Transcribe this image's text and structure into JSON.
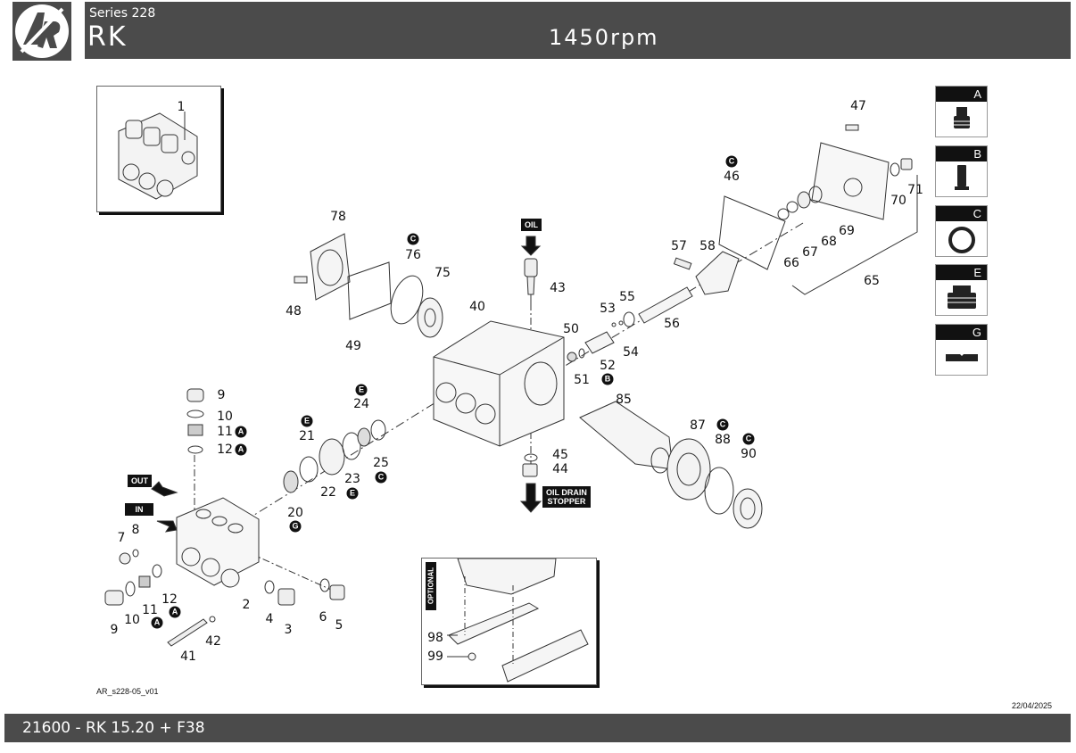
{
  "header": {
    "logo_text": "AR",
    "series": "Series 228",
    "model": "RK",
    "rpm": "1450rpm"
  },
  "footer": {
    "title": "21600  -  RK 15.20 + F38",
    "drawing_code": "AR_s228-05_v01",
    "date": "22/04/2025"
  },
  "legend": [
    {
      "key": "A",
      "icon": "valve-icon"
    },
    {
      "key": "B",
      "icon": "piston-icon"
    },
    {
      "key": "C",
      "icon": "o-ring-icon"
    },
    {
      "key": "E",
      "icon": "seal-icon"
    },
    {
      "key": "G",
      "icon": "ring-icon"
    }
  ],
  "tags": {
    "oil": "OIL",
    "out": "OUT",
    "in": "IN",
    "oil_drain_1": "OIL DRAIN",
    "oil_drain_2": "STOPPER",
    "optional": "OPTIONAL"
  },
  "parts": [
    {
      "no": "1"
    },
    {
      "no": "2"
    },
    {
      "no": "3"
    },
    {
      "no": "4"
    },
    {
      "no": "5"
    },
    {
      "no": "6"
    },
    {
      "no": "7"
    },
    {
      "no": "8"
    },
    {
      "no": "9",
      "kit": ""
    },
    {
      "no": "10"
    },
    {
      "no": "11",
      "kit": "A"
    },
    {
      "no": "12",
      "kit": "A"
    },
    {
      "no": "9"
    },
    {
      "no": "10"
    },
    {
      "no": "11",
      "kit": "A"
    },
    {
      "no": "12",
      "kit": "A"
    },
    {
      "no": "20",
      "kit": "G"
    },
    {
      "no": "21",
      "kit": "E"
    },
    {
      "no": "22"
    },
    {
      "no": "23",
      "kit": "E"
    },
    {
      "no": "24",
      "kit": "E"
    },
    {
      "no": "25",
      "kit": "C"
    },
    {
      "no": "40"
    },
    {
      "no": "41"
    },
    {
      "no": "42"
    },
    {
      "no": "43"
    },
    {
      "no": "44"
    },
    {
      "no": "45"
    },
    {
      "no": "46",
      "kit": "C"
    },
    {
      "no": "47"
    },
    {
      "no": "48"
    },
    {
      "no": "49"
    },
    {
      "no": "50"
    },
    {
      "no": "51"
    },
    {
      "no": "52",
      "kit": "B"
    },
    {
      "no": "53"
    },
    {
      "no": "54"
    },
    {
      "no": "55"
    },
    {
      "no": "56"
    },
    {
      "no": "57"
    },
    {
      "no": "58"
    },
    {
      "no": "65"
    },
    {
      "no": "66"
    },
    {
      "no": "67"
    },
    {
      "no": "68"
    },
    {
      "no": "69"
    },
    {
      "no": "70"
    },
    {
      "no": "71"
    },
    {
      "no": "75"
    },
    {
      "no": "76",
      "kit": "C"
    },
    {
      "no": "78"
    },
    {
      "no": "85"
    },
    {
      "no": "87"
    },
    {
      "no": "88",
      "kit": "C"
    },
    {
      "no": "90",
      "kit": "C"
    },
    {
      "no": "98"
    },
    {
      "no": "99"
    }
  ]
}
